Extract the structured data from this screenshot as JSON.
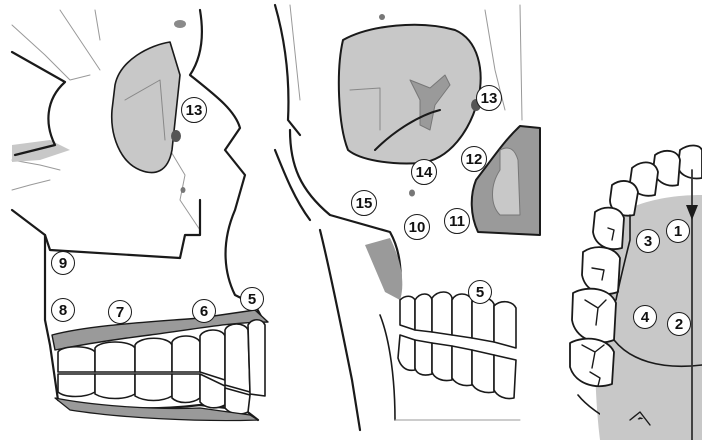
{
  "figure": {
    "markers": [
      {
        "label": "13"
      },
      {
        "label": "9"
      },
      {
        "label": "8"
      },
      {
        "label": "7"
      },
      {
        "label": "6"
      },
      {
        "label": "5"
      },
      {
        "label": "13"
      },
      {
        "label": "12"
      },
      {
        "label": "14"
      },
      {
        "label": "15"
      },
      {
        "label": "10"
      },
      {
        "label": "11"
      },
      {
        "label": "5"
      },
      {
        "label": "1"
      },
      {
        "label": "3"
      },
      {
        "label": "4"
      },
      {
        "label": "2"
      }
    ]
  },
  "colors": {
    "line": "#1a1a1a",
    "region_fill": "#c8c8c8",
    "dark_fill": "#9a9a9a",
    "background": "#ffffff"
  }
}
